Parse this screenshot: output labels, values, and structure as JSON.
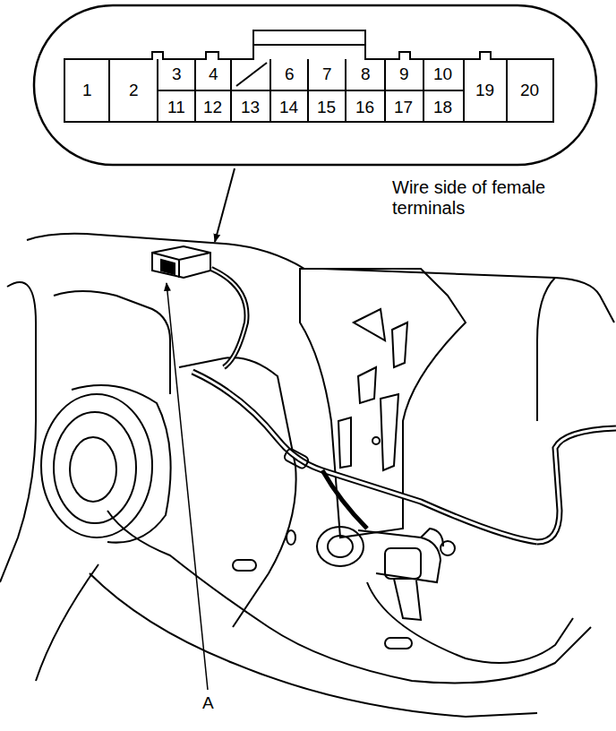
{
  "diagram": {
    "labels": [
      "1",
      "2",
      "3",
      "4",
      "6",
      "7",
      "8",
      "9",
      "10",
      "11",
      "12",
      "13",
      "14",
      "15",
      "16",
      "17",
      "18",
      "19",
      "20",
      "Wire side of female terminals",
      "A"
    ]
  }
}
